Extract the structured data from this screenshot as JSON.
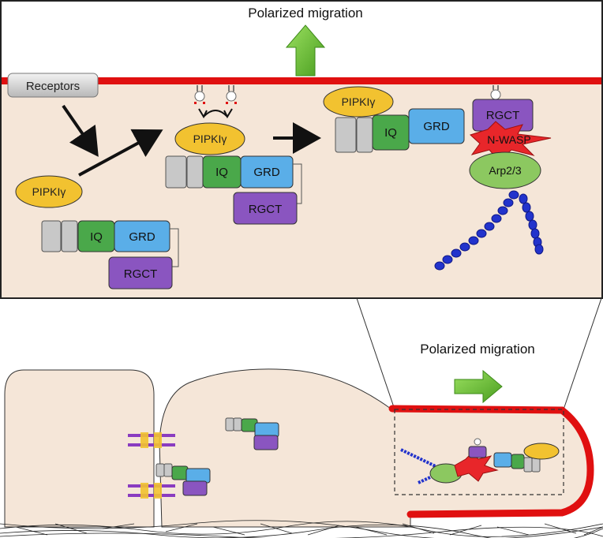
{
  "top_panel": {
    "title": "Polarized migration",
    "receptors_label": "Receptors",
    "complex_left": {
      "pipki": "PIPKIγ",
      "iq": "IQ",
      "grd": "GRD",
      "rgct": "RGCT"
    },
    "complex_middle": {
      "pipki": "PIPKIγ",
      "iq": "IQ",
      "grd": "GRD",
      "rgct": "RGCT"
    },
    "complex_right": {
      "pipki": "PIPKIγ",
      "iq": "IQ",
      "grd": "GRD",
      "rgct": "RGCT",
      "nwasp": "N-WASP",
      "arp": "Arp2/3"
    }
  },
  "bottom_panel": {
    "title": "Polarized migration"
  },
  "colors": {
    "cytoplasm": "#f5e6d8",
    "membrane": "#e01010",
    "pipki": "#f2c230",
    "iq": "#4aa84a",
    "grd": "#5aaee8",
    "rgct": "#8a55c0",
    "nwasp": "#e8262a",
    "arp": "#8cc860",
    "actin": "#2233cc",
    "arrow_green": "#66bb2c"
  }
}
